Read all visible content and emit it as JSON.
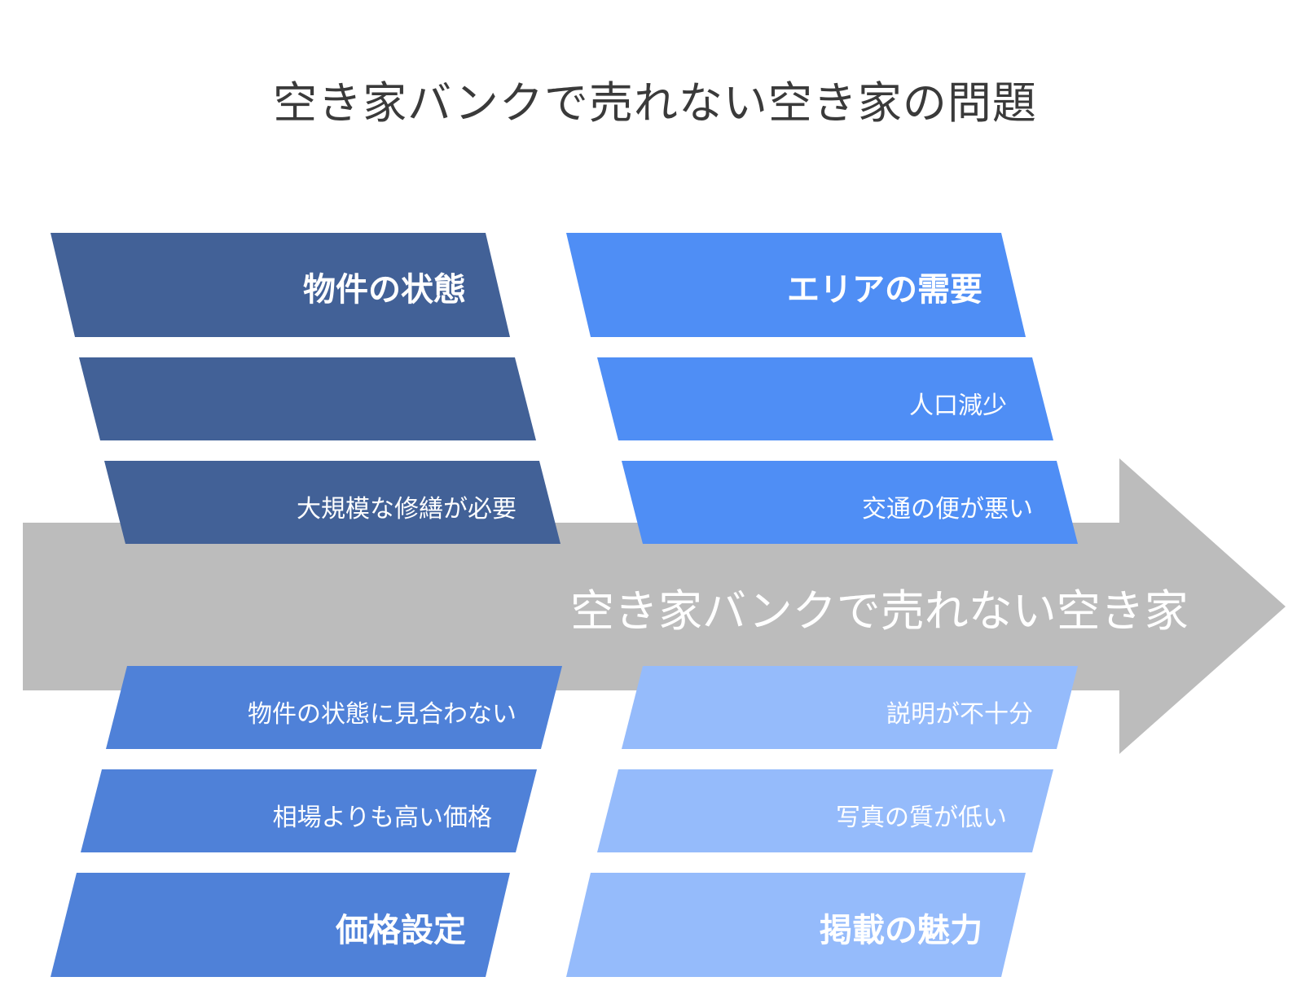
{
  "title": "空き家バンクで売れない空き家の問題",
  "effect": "空き家バンクで売れない空き家",
  "colors": {
    "spine": "#bcbcbc",
    "property_condition": "#426197",
    "area_demand": "#4f8ef5",
    "pricing": "#4f81d8",
    "listing_appeal": "#95bbfb",
    "text": "#ffffff",
    "title_text": "#3a3a3a"
  },
  "categories": {
    "property_condition": {
      "label": "物件の状態",
      "causes": [
        "",
        "大規模な修繕が必要"
      ]
    },
    "area_demand": {
      "label": "エリアの需要",
      "causes": [
        "人口減少",
        "交通の便が悪い"
      ]
    },
    "pricing": {
      "label": "価格設定",
      "causes": [
        "物件の状態に見合わない",
        "相場よりも高い価格"
      ]
    },
    "listing_appeal": {
      "label": "掲載の魅力",
      "causes": [
        "説明が不十分",
        "写真の質が低い"
      ]
    }
  }
}
